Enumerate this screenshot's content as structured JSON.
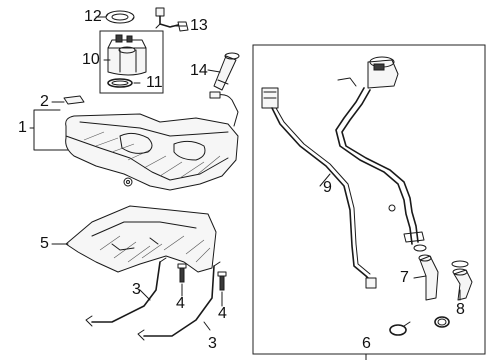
{
  "callouts": {
    "c1": "1",
    "c2": "2",
    "c3a": "3",
    "c3b": "3",
    "c4a": "4",
    "c4b": "4",
    "c5": "5",
    "c6": "6",
    "c7": "7",
    "c8": "8",
    "c9": "9",
    "c10": "10",
    "c11": "11",
    "c12": "12",
    "c13": "13",
    "c14": "14"
  }
}
